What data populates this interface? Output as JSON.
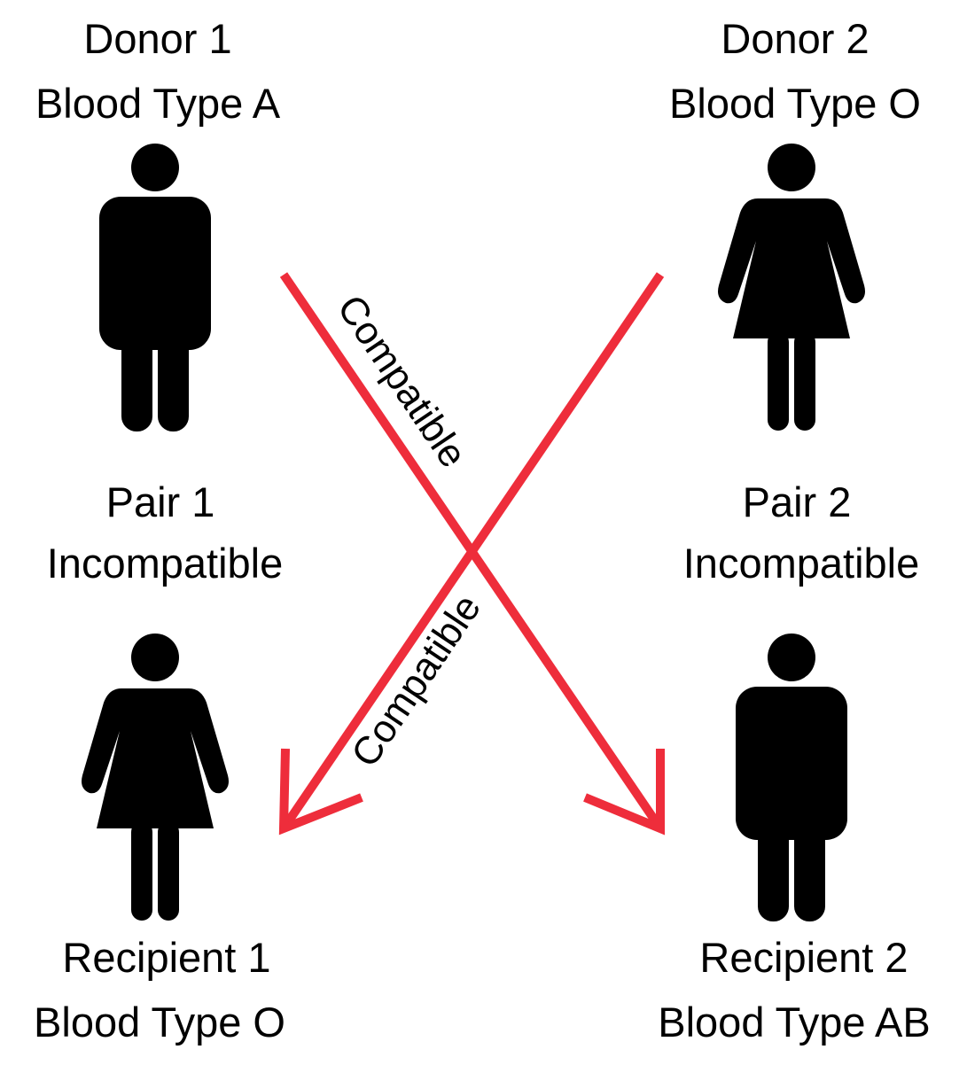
{
  "colors": {
    "arrow": "#ee2d3b",
    "figure": "#000000",
    "text": "#000000",
    "background": "#ffffff"
  },
  "donor1": {
    "name": "Donor 1",
    "blood_type": "Blood Type A",
    "icon": "man-icon"
  },
  "donor2": {
    "name": "Donor 2",
    "blood_type": "Blood Type O",
    "icon": "woman-icon"
  },
  "pair1": {
    "name": "Pair 1",
    "status": "Incompatible"
  },
  "pair2": {
    "name": "Pair 2",
    "status": "Incompatible"
  },
  "recipient1": {
    "name": "Recipient 1",
    "blood_type": "Blood Type O",
    "icon": "woman-icon"
  },
  "recipient2": {
    "name": "Recipient 2",
    "blood_type": "Blood Type AB",
    "icon": "man-icon"
  },
  "arrows": {
    "donor1_to_recipient2": "Compatible",
    "donor2_to_recipient1": "Compatible"
  }
}
